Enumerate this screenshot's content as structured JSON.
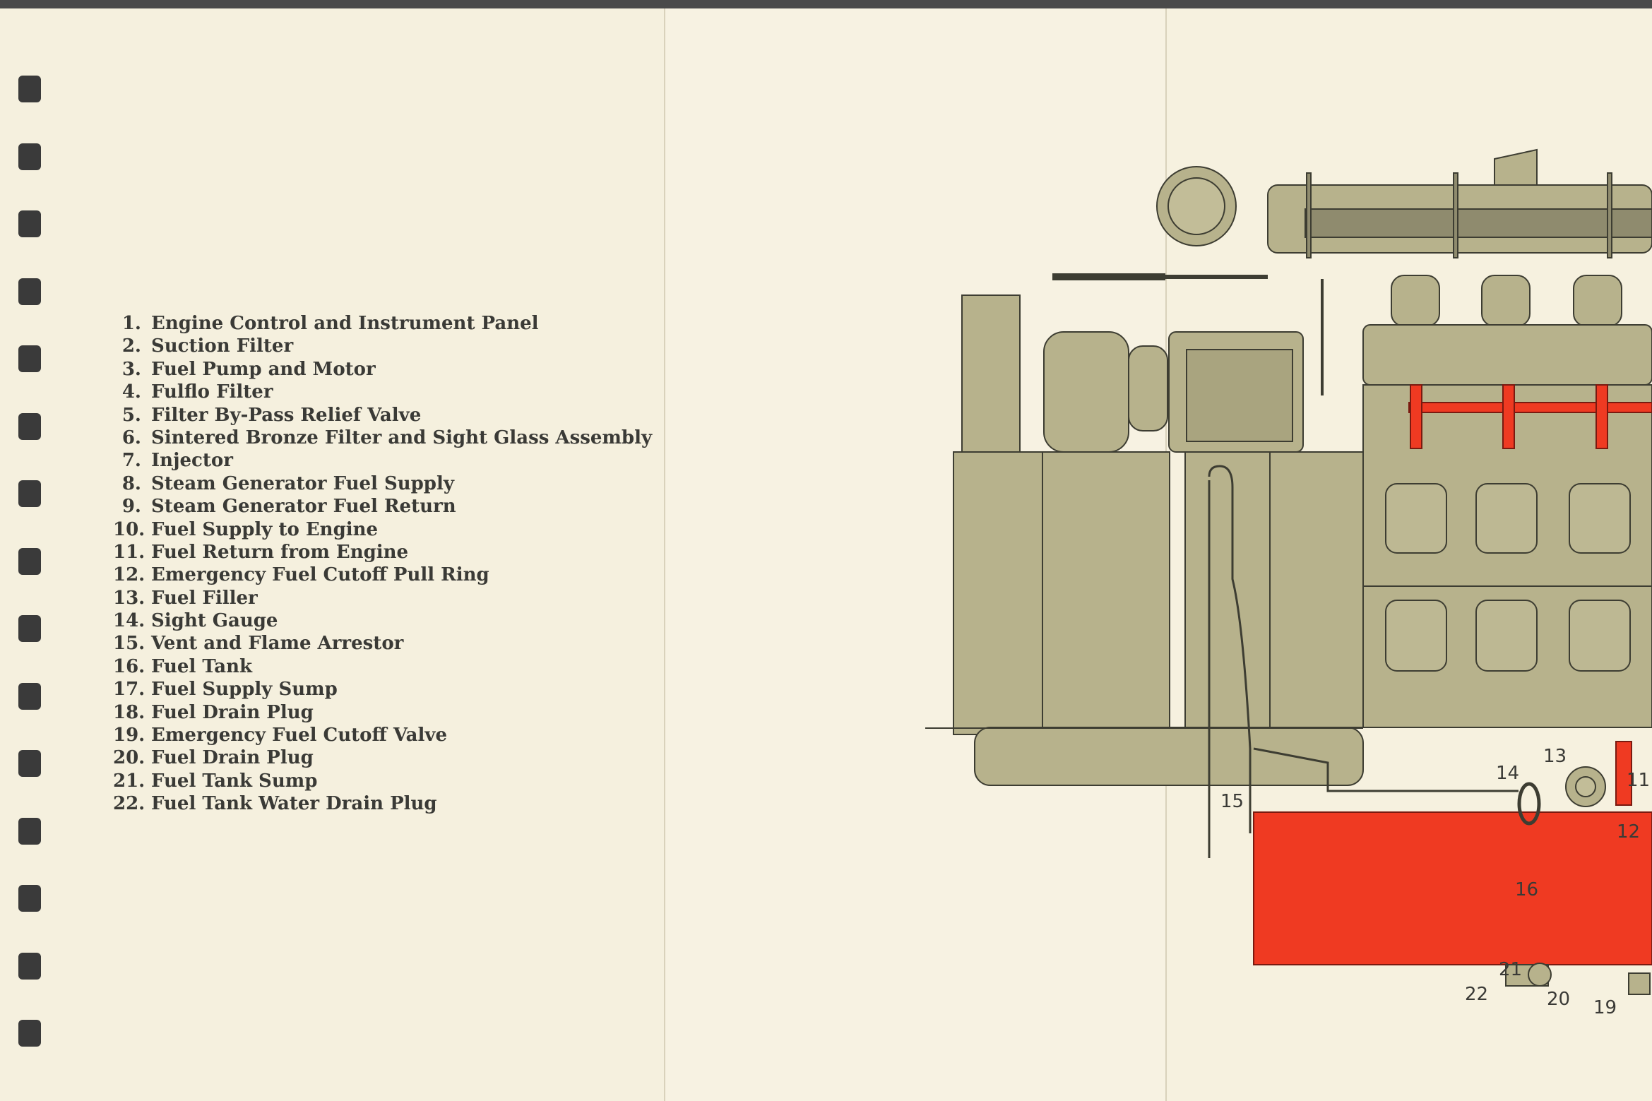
{
  "legend": {
    "items": [
      {
        "num": "1.",
        "label": "Engine Control and Instrument Panel"
      },
      {
        "num": "2.",
        "label": "Suction Filter"
      },
      {
        "num": "3.",
        "label": "Fuel Pump and Motor"
      },
      {
        "num": "4.",
        "label": "Fulflo Filter"
      },
      {
        "num": "5.",
        "label": "Filter By-Pass Relief Valve"
      },
      {
        "num": "6.",
        "label": "Sintered Bronze Filter and Sight Glass Assembly"
      },
      {
        "num": "7.",
        "label": "Injector"
      },
      {
        "num": "8.",
        "label": "Steam Generator Fuel Supply"
      },
      {
        "num": "9.",
        "label": "Steam Generator Fuel Return"
      },
      {
        "num": "10.",
        "label": "Fuel Supply to Engine"
      },
      {
        "num": "11.",
        "label": "Fuel Return from Engine"
      },
      {
        "num": "12.",
        "label": "Emergency Fuel Cutoff Pull Ring"
      },
      {
        "num": "13.",
        "label": "Fuel Filler"
      },
      {
        "num": "14.",
        "label": "Sight Gauge"
      },
      {
        "num": "15.",
        "label": "Vent and Flame Arrestor"
      },
      {
        "num": "16.",
        "label": "Fuel Tank"
      },
      {
        "num": "17.",
        "label": "Fuel Supply Sump"
      },
      {
        "num": "18.",
        "label": "Fuel Drain Plug"
      },
      {
        "num": "19.",
        "label": "Emergency Fuel Cutoff Valve"
      },
      {
        "num": "20.",
        "label": "Fuel Drain Plug"
      },
      {
        "num": "21.",
        "label": "Fuel Tank Sump"
      },
      {
        "num": "22.",
        "label": "Fuel Tank Water Drain Plug"
      }
    ]
  },
  "callouts": {
    "c15": "15",
    "c14": "14",
    "c13": "13",
    "c11": "11",
    "c12": "12",
    "c16": "16",
    "c21": "21",
    "c22": "22",
    "c20": "20",
    "c19": "19"
  },
  "colors": {
    "engine": "#b7b28c",
    "engine_outline": "#3d3d32",
    "fuel": "#ef3a22",
    "paper": "#f5f0de"
  }
}
